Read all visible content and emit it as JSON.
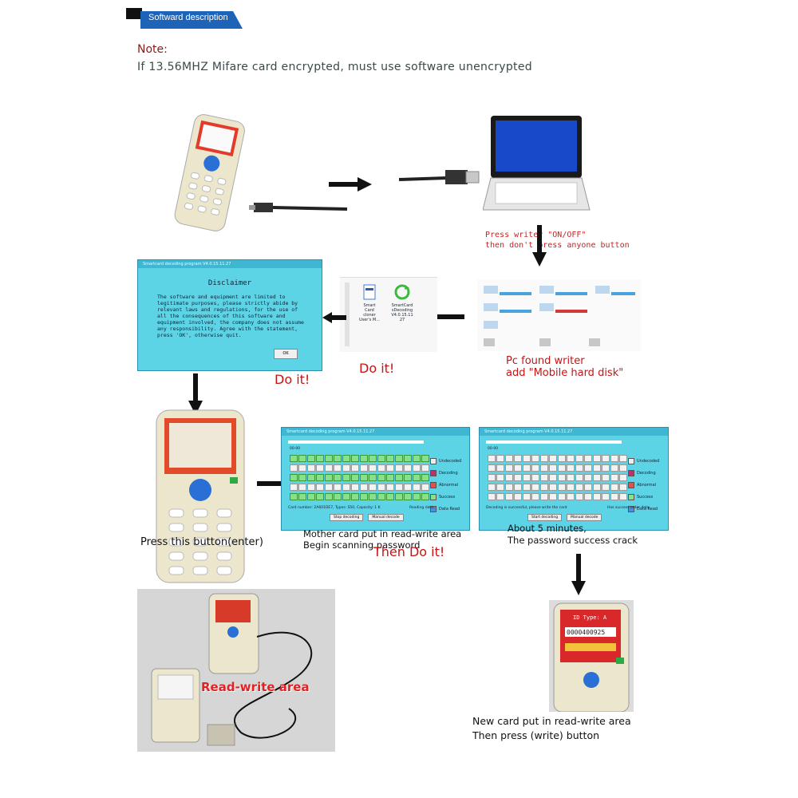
{
  "header": {
    "banner_label": "Softward description",
    "note_title": "Note:",
    "note_body": "If 13.56MHZ Mifare card encrypted, must use software unencrypted"
  },
  "step_power": {
    "line1": "Press writer \"ON/OFF\"",
    "line2": "then don't press anyone button"
  },
  "step_found": {
    "line1": "Pc found writer",
    "line2": "add \"Mobile hard disk\""
  },
  "files": {
    "file1_lines": [
      "Smart",
      "Card",
      "cloner",
      "User's M..."
    ],
    "file2_lines": [
      "SmartCard",
      "sDecoding",
      "V4.0.15.11",
      "27"
    ]
  },
  "disclaimer": {
    "title_bar": "Smartcard decoding program V4.0.15.11.27",
    "heading": "Disclaimer",
    "body": "The software and equipment are limited to legitimate purposes, please strictly abide by relevant laws and regulations, for the use of all the consequences of this software and equipment involved, the company does not assume any responsibility. Agree with the statement, press 'OK', otherwise quit.",
    "ok_label": "OK"
  },
  "do_it_1": "Do it!",
  "do_it_2": "Do it!",
  "do_it_3": "Then Do it!",
  "press_enter": "Press this button(enter)",
  "scan_window": {
    "title_bar": "Smartcard decoding program V4.0.15.11.27",
    "sector_label": "00-00",
    "legend": [
      "Undecoded",
      "Decoding",
      "Abnormal",
      "Success",
      "Data Read"
    ],
    "card_info": "Card number: 2A601DE7, Types: S50, Capacity: 1 K",
    "status": "Reading data...",
    "stop_label": "Stop decoding",
    "manual_label": "Manual decode"
  },
  "scan_caption": {
    "line1": "Mother card put in read-write area",
    "line2": "Begin scanning password"
  },
  "done_window": {
    "title_bar": "Smartcard decoding program V4.0.15.11.27",
    "sector_label": "00-00",
    "legend": [
      "Undecoded",
      "Decoding",
      "Abnormal",
      "Success",
      "Data Read"
    ],
    "status": "Decoding is successful, please write the card",
    "success_info": "Has success order data",
    "start_label": "Start decoding",
    "manual_label": "Manual decode"
  },
  "done_caption": {
    "line1": "About 5 minutes,",
    "line2": "The password success crack"
  },
  "read_write_area": "Read-write area",
  "device_screen": {
    "card_type": "ID Type: A",
    "card_number": "0000400925"
  },
  "write_caption": {
    "line1": "New card put in read-write area",
    "line2": "Then press (write) button"
  },
  "colors": {
    "banner": "#1d63b8",
    "window": "#5dd3e6",
    "red_text": "#c81414",
    "device_body": "#ece6cc"
  }
}
